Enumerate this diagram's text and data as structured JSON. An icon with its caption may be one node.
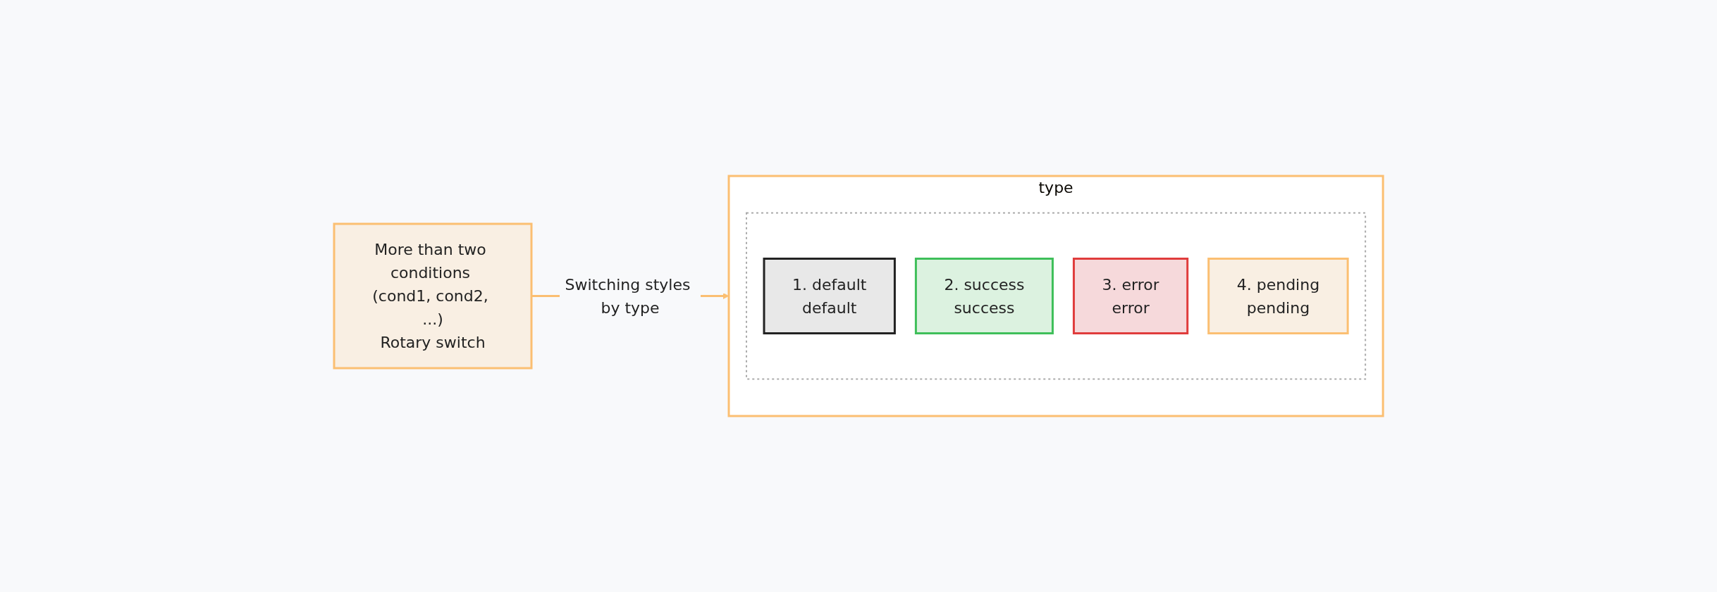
{
  "diagram": {
    "nodes": [
      {
        "text": [
          "More than two conditions (cond1, cond2, ...)",
          "Rotary switch"
        ]
      },
      {
        "text": [
          "type"
        ]
      },
      {
        "text": [],
        "shape": "box",
        "in": 1
      },
      {
        "text": [
          "1. default",
          "default"
        ],
        "in": 2
      },
      {
        "text": [
          "2. success",
          "success"
        ],
        "in": 2
      },
      {
        "text": [
          "3. error",
          "error"
        ],
        "in": 2
      },
      {
        "text": [
          "4. pending",
          "pending"
        ],
        "in": 2
      }
    ],
    "edges": [
      {
        "from": 0,
        "to": 1,
        "arrow": "to",
        "label": "Switching styles by type",
        "color": "#fbbf72"
      }
    ]
  }
}
